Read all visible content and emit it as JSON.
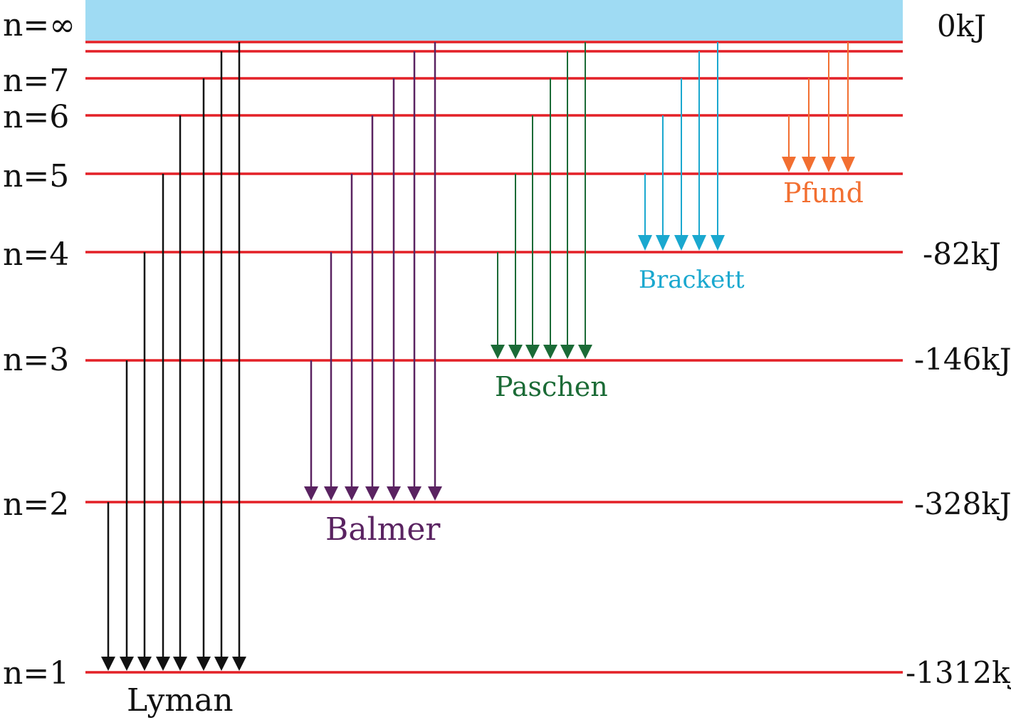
{
  "title": "Hydrogen emission spectrum energy levels",
  "colors": {
    "level_line": "#e32027",
    "continuum": "#9fdbf3",
    "lyman": "#111111",
    "balmer": "#5a2361",
    "paschen": "#1b6b36",
    "brackett": "#1aa8cf",
    "pfund": "#f26f31"
  },
  "levels": [
    {
      "n": "∞",
      "label": "n=∞",
      "energy": "0kJ"
    },
    {
      "n": "9",
      "label": "",
      "energy": ""
    },
    {
      "n": "8",
      "label": "",
      "energy": ""
    },
    {
      "n": "7",
      "label": "n=7",
      "energy": ""
    },
    {
      "n": "6",
      "label": "n=6",
      "energy": ""
    },
    {
      "n": "5",
      "label": "n=5",
      "energy": ""
    },
    {
      "n": "4",
      "label": "n=4",
      "energy": "-82kJ"
    },
    {
      "n": "3",
      "label": "n=3",
      "energy": "-146kJ"
    },
    {
      "n": "2",
      "label": "n=2",
      "energy": "-328kJ"
    },
    {
      "n": "1",
      "label": "n=1",
      "energy": "-1312kJ"
    }
  ],
  "series": [
    {
      "name": "Lyman",
      "color_key": "lyman",
      "to_level": "1",
      "from_levels": [
        "2",
        "3",
        "4",
        "5",
        "6",
        "7",
        "8",
        "9"
      ]
    },
    {
      "name": "Balmer",
      "color_key": "balmer",
      "to_level": "2",
      "from_levels": [
        "3",
        "4",
        "5",
        "6",
        "7",
        "8",
        "9"
      ]
    },
    {
      "name": "Paschen",
      "color_key": "paschen",
      "to_level": "3",
      "from_levels": [
        "4",
        "5",
        "6",
        "7",
        "8",
        "9"
      ]
    },
    {
      "name": "Brackett",
      "color_key": "brackett",
      "to_level": "4",
      "from_levels": [
        "5",
        "6",
        "7",
        "8",
        "9"
      ]
    },
    {
      "name": "Pfund",
      "color_key": "pfund",
      "to_level": "5",
      "from_levels": [
        "6",
        "7",
        "8",
        "9"
      ]
    }
  ]
}
